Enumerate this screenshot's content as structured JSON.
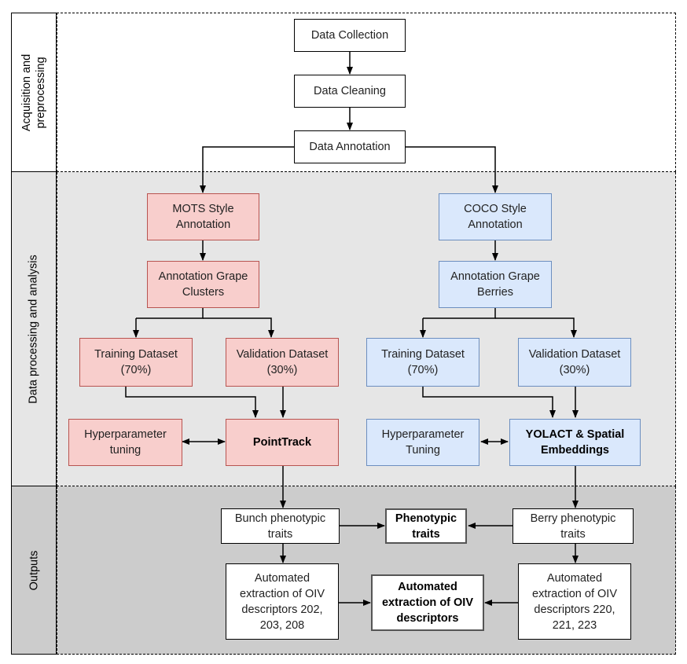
{
  "bands": {
    "acquisition": "Acquisition and\npreprocessing",
    "processing": "Data processing and analysis",
    "outputs": "Outputs"
  },
  "nodes": {
    "data_collection": "Data Collection",
    "data_cleaning": "Data Cleaning",
    "data_annotation": "Data Annotation",
    "mots_annotation": "MOTS Style Annotation",
    "coco_annotation": "COCO Style Annotation",
    "annotation_clusters": "Annotation Grape Clusters",
    "annotation_berries": "Annotation Grape Berries",
    "left_training": "Training Dataset (70%)",
    "left_validation": "Validation Dataset (30%)",
    "right_training": "Training Dataset (70%)",
    "right_validation": "Validation Dataset (30%)",
    "left_hyper": "Hyperparameter tuning",
    "pointtrack": "PointTrack",
    "right_hyper": "Hyperparameter Tuning",
    "yolact": "YOLACT & Spatial Embeddings",
    "bunch_traits": "Bunch phenotypic traits",
    "phenotypic_traits": "Phenotypic traits",
    "berry_traits": "Berry phenotypic traits",
    "bunch_oiv": "Automated extraction of OIV descriptors 202, 203, 208",
    "auto_oiv": "Automated extraction of OIV descriptors",
    "berry_oiv": "Automated extraction of OIV descriptors 220, 221, 223"
  },
  "colors": {
    "red_fill": "#f8cecc",
    "red_stroke": "#b85450",
    "blue_fill": "#dae8fc",
    "blue_stroke": "#6c8ebf",
    "band_processing": "#e6e6e6",
    "band_outputs": "#cccccc"
  }
}
